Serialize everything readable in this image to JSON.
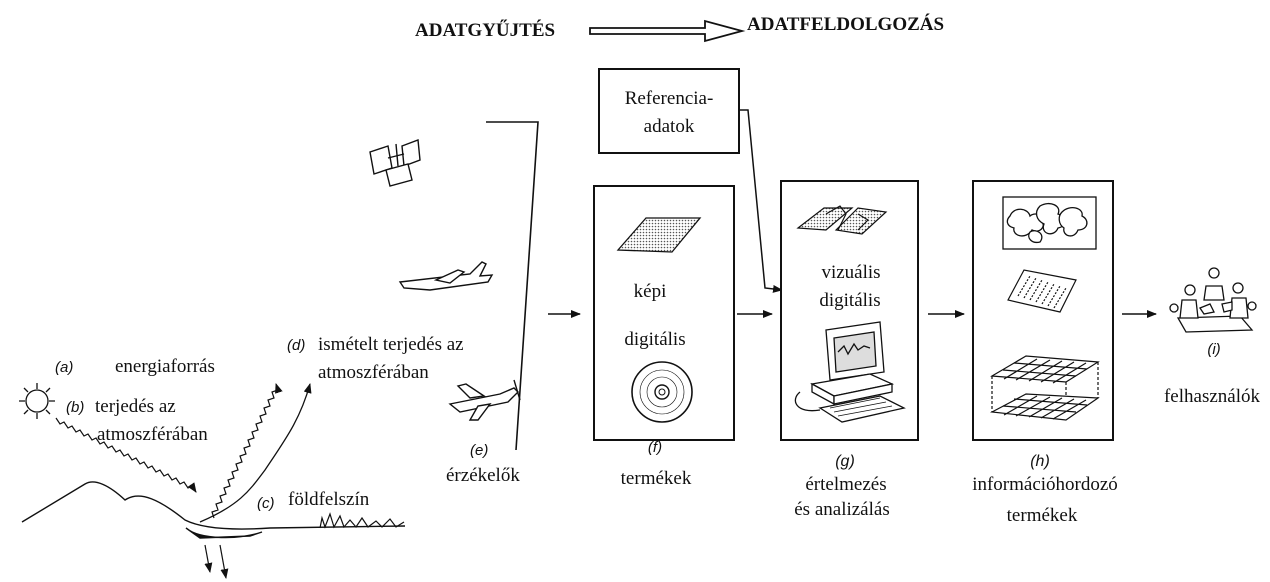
{
  "header": {
    "left": "ADATGYŰJTÉS",
    "right": "ADATFELDOLGOZÁS"
  },
  "reference_box": {
    "line1": "Referencia-",
    "line2": "adatok"
  },
  "left_labels": {
    "a_letter": "a",
    "a_text": "energiaforrás",
    "b_letter": "b",
    "b_text_line1": "terjedés az",
    "b_text_line2": "atmoszférában",
    "c_letter": "c",
    "c_text": "földfelszín",
    "d_letter": "d",
    "d_text_line1": "ismételt terjedés az",
    "d_text_line2": "atmoszférában",
    "e_letter": "e",
    "e_text": "érzékelők"
  },
  "products_box": {
    "line1": "képi",
    "line2": "digitális"
  },
  "interpretation_box": {
    "line1": "vizuális",
    "line2": "digitális"
  },
  "bottom_labels": {
    "f_letter": "f",
    "f_text": "termékek",
    "g_letter": "g",
    "g_text_line1": "értelmezés",
    "g_text_line2": "és analizálás",
    "h_letter": "h",
    "h_text_line1": "információhordozó",
    "h_text_line2": "termékek",
    "i_letter": "i",
    "i_text": "felhasználók"
  },
  "icons": [
    "sun-icon",
    "mountains-icon",
    "satellite-icon",
    "jet-icon",
    "propeller-plane-icon",
    "image-sheet-icon",
    "cd-icon",
    "stereo-image-icon",
    "computer-icon",
    "map-icon",
    "table-icon",
    "grid-layers-icon",
    "users-meeting-icon"
  ]
}
